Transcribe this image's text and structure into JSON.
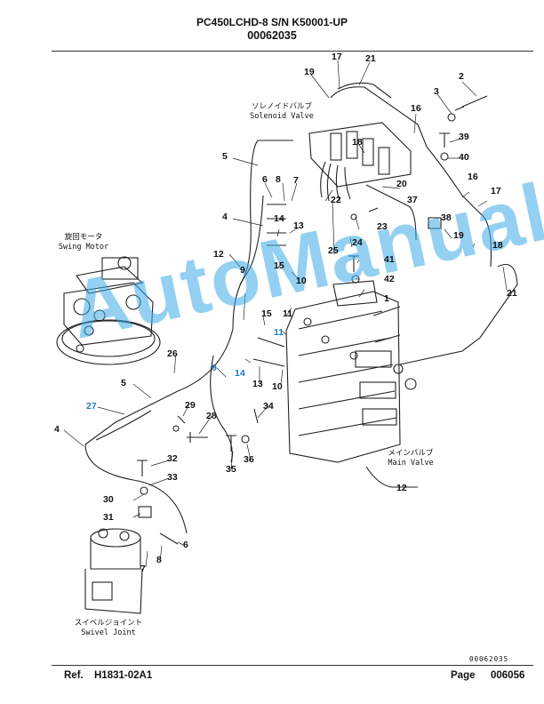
{
  "header": {
    "model": "PC450LCHD-8 S/N K50001-UP",
    "diagram_number": "00062035"
  },
  "footer": {
    "ref_label": "Ref.",
    "ref_value": "H1831-02A1",
    "page_label": "Page",
    "page_value": "006056",
    "small_code": "00062035"
  },
  "watermark": "AutoManual",
  "captions": {
    "solenoid_jp": "ソレノイドバルブ",
    "solenoid_en": "Solenoid Valve",
    "swing_jp": "旋回モータ",
    "swing_en": "Swing Motor",
    "main_jp": "メインバルブ",
    "main_en": "Main Valve",
    "swivel_jp": "スイベルジョイント",
    "swivel_en": "Swivel Joint"
  },
  "callouts": [
    {
      "id": "c17a",
      "text": "17"
    },
    {
      "id": "c21a",
      "text": "21"
    },
    {
      "id": "c19a",
      "text": "19"
    },
    {
      "id": "c2",
      "text": "2"
    },
    {
      "id": "c3",
      "text": "3"
    },
    {
      "id": "c16a",
      "text": "16"
    },
    {
      "id": "c39",
      "text": "39"
    },
    {
      "id": "c18a",
      "text": "18"
    },
    {
      "id": "c40",
      "text": "40"
    },
    {
      "id": "c5a",
      "text": "5"
    },
    {
      "id": "c6a",
      "text": "6"
    },
    {
      "id": "c8a",
      "text": "8"
    },
    {
      "id": "c7a",
      "text": "7"
    },
    {
      "id": "c20",
      "text": "20"
    },
    {
      "id": "c16b",
      "text": "16"
    },
    {
      "id": "c17b",
      "text": "17"
    },
    {
      "id": "c22",
      "text": "22"
    },
    {
      "id": "c37",
      "text": "37"
    },
    {
      "id": "c4a",
      "text": "4"
    },
    {
      "id": "c14a",
      "text": "14"
    },
    {
      "id": "c13a",
      "text": "13"
    },
    {
      "id": "c23",
      "text": "23"
    },
    {
      "id": "c38",
      "text": "38"
    },
    {
      "id": "c19b",
      "text": "19"
    },
    {
      "id": "c24",
      "text": "24"
    },
    {
      "id": "c25",
      "text": "25"
    },
    {
      "id": "c18b",
      "text": "18"
    },
    {
      "id": "c12a",
      "text": "12"
    },
    {
      "id": "c41",
      "text": "41"
    },
    {
      "id": "c9a",
      "text": "9"
    },
    {
      "id": "c15a",
      "text": "15"
    },
    {
      "id": "c10a",
      "text": "10"
    },
    {
      "id": "c42",
      "text": "42"
    },
    {
      "id": "c21b",
      "text": "21"
    },
    {
      "id": "c1",
      "text": "1"
    },
    {
      "id": "c15b",
      "text": "15"
    },
    {
      "id": "c11a",
      "text": "11"
    },
    {
      "id": "c11b",
      "text": "11"
    },
    {
      "id": "c26",
      "text": "26"
    },
    {
      "id": "c9b",
      "text": "9"
    },
    {
      "id": "c14b",
      "text": "14"
    },
    {
      "id": "c13b",
      "text": "13"
    },
    {
      "id": "c10b",
      "text": "10"
    },
    {
      "id": "c5b",
      "text": "5"
    },
    {
      "id": "c27",
      "text": "27"
    },
    {
      "id": "c29",
      "text": "29"
    },
    {
      "id": "c28",
      "text": "28"
    },
    {
      "id": "c34",
      "text": "34"
    },
    {
      "id": "c4b",
      "text": "4"
    },
    {
      "id": "c32",
      "text": "32"
    },
    {
      "id": "c33",
      "text": "33"
    },
    {
      "id": "c35",
      "text": "35"
    },
    {
      "id": "c36",
      "text": "36"
    },
    {
      "id": "c12b",
      "text": "12"
    },
    {
      "id": "c30",
      "text": "30"
    },
    {
      "id": "c31",
      "text": "31"
    },
    {
      "id": "c7b",
      "text": "7"
    },
    {
      "id": "c8b",
      "text": "8"
    },
    {
      "id": "c6b",
      "text": "6"
    }
  ]
}
